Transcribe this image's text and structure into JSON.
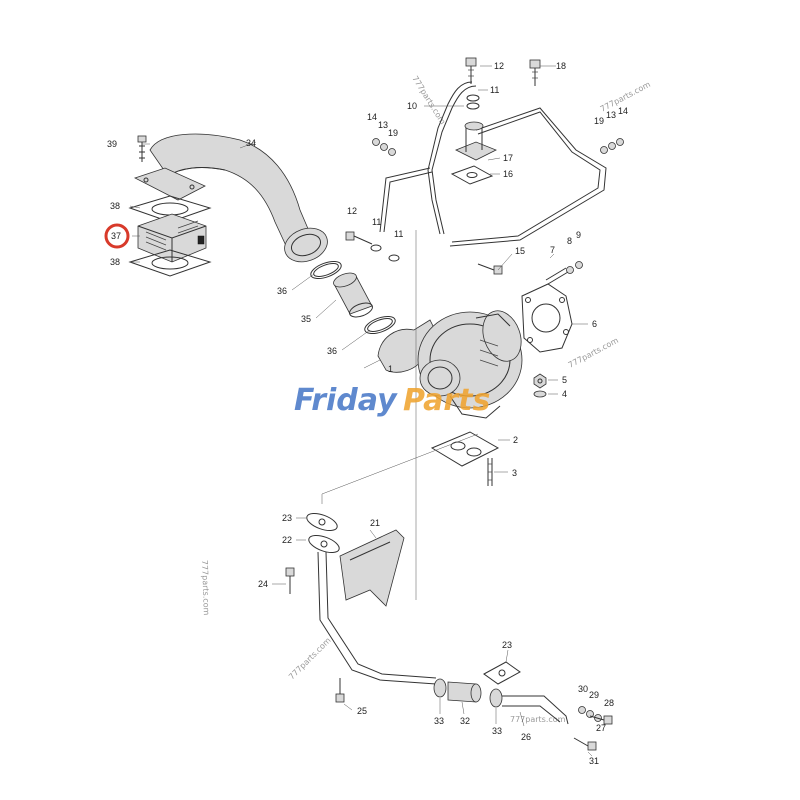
{
  "brand": {
    "word1": "Friday",
    "word2": "Parts",
    "color1": "#4a79c8",
    "color2": "#f0a431"
  },
  "watermark": "777parts.com",
  "highlight_color": "#d83a2a",
  "highlighted_part": "37",
  "callouts": {
    "c1": "1",
    "c2": "2",
    "c3": "3",
    "c4": "4",
    "c5": "5",
    "c6": "6",
    "c7": "7",
    "c8": "8",
    "c9": "9",
    "c10": "10",
    "c11a": "11",
    "c11b": "11",
    "c11c": "11",
    "c12a": "12",
    "c12b": "12",
    "c13": "13",
    "c14": "14",
    "c15": "15",
    "c16": "16",
    "c17": "17",
    "c18": "18",
    "c19a": "19",
    "c19b": "19",
    "c13b": "13",
    "c14b": "14",
    "c21": "21",
    "c22": "22",
    "c23a": "23",
    "c23b": "23",
    "c24": "24",
    "c25": "25",
    "c26": "26",
    "c27": "27",
    "c28": "28",
    "c29": "29",
    "c30": "30",
    "c31": "31",
    "c32": "32",
    "c33a": "33",
    "c33b": "33",
    "c34": "34",
    "c35": "35",
    "c36a": "36",
    "c36b": "36",
    "c37": "37",
    "c38a": "38",
    "c38b": "38",
    "c39": "39"
  }
}
